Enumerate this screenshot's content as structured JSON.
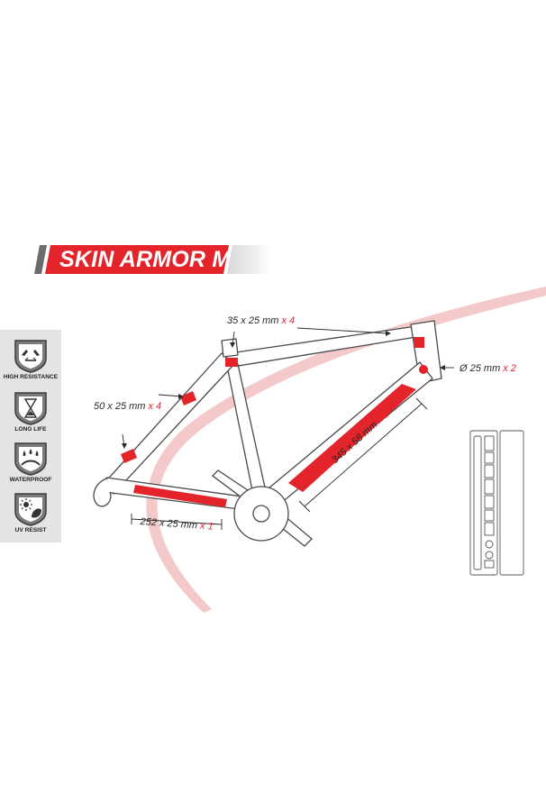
{
  "product": {
    "title": "SKIN ARMOR M"
  },
  "colors": {
    "accent": "#e3242b",
    "frame_outline": "#4a4a4a",
    "panel_bg": "#e4e4e4",
    "swoosh": "#f3c9c9"
  },
  "features": [
    {
      "label": "HIGH RESISTANCE",
      "icon": "hands-stretch-icon"
    },
    {
      "label": "LONG LIFE",
      "icon": "hourglass-icon"
    },
    {
      "label": "WATERPROOF",
      "icon": "water-drops-icon"
    },
    {
      "label": "UV RESIST",
      "icon": "sun-rays-icon"
    }
  ],
  "dimensions": {
    "top": {
      "size": "35 x 25 mm",
      "qty": "x 4"
    },
    "round": {
      "size": "Ø 25 mm",
      "qty": "x 2"
    },
    "left": {
      "size": "50 x 25 mm",
      "qty": "x 4"
    },
    "down": {
      "size": "345 x 58 mm",
      "qty": "x 1"
    },
    "chainstay": {
      "size": "252 x 25 mm",
      "qty": "x 1"
    }
  }
}
